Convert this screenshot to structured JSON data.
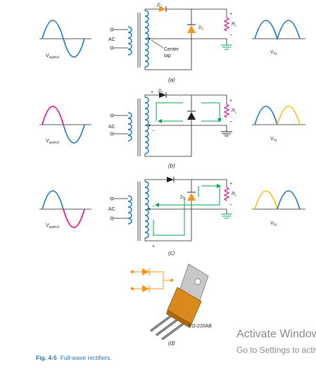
{
  "colors": {
    "wire": "#231f20",
    "wave_blue": "#1b75bb",
    "wave_magenta": "#ec008c",
    "wave_yellow": "#f2c21b",
    "diode_orange": "#f7941d",
    "current_green": "#00a651",
    "package": "#d98a1c"
  },
  "panels": [
    {
      "id": "a",
      "label": "(a)",
      "ac": "AC",
      "v_applied": "V",
      "v_applied_sub": "applied",
      "v_rl": "V",
      "v_rl_sub": "RL",
      "d1": "D",
      "d1_sub": "1",
      "d2": "D",
      "d2_sub": "2",
      "rl": "R",
      "rl_sub": "L",
      "center_tap_1": "Center",
      "center_tap_2": "tap",
      "plus": "+",
      "minus": "−"
    },
    {
      "id": "b",
      "label": "(b)",
      "ac": "AC",
      "v_applied": "V",
      "v_applied_sub": "applied",
      "v_rl": "V",
      "v_rl_sub": "RL",
      "d1": "D",
      "d1_sub": "1",
      "rl": "R",
      "rl_sub": "L",
      "plus": "+",
      "minus": "−"
    },
    {
      "id": "c",
      "label": "(c)",
      "ac": "AC",
      "v_applied": "V",
      "v_applied_sub": "applied",
      "v_rl": "V",
      "v_rl_sub": "RL",
      "d2": "D",
      "d2_sub": "2",
      "rl": "R",
      "rl_sub": "L",
      "plus": "+",
      "minus": "−"
    }
  ],
  "panel_d": {
    "label": "(d)",
    "package": "TO-220AB"
  },
  "caption": {
    "fig": "Fig. 4-5",
    "text": "Full-wave rectifiers."
  },
  "watermark": {
    "line1": "Activate Windows",
    "line2": "Go to Settings to activate Windows."
  }
}
